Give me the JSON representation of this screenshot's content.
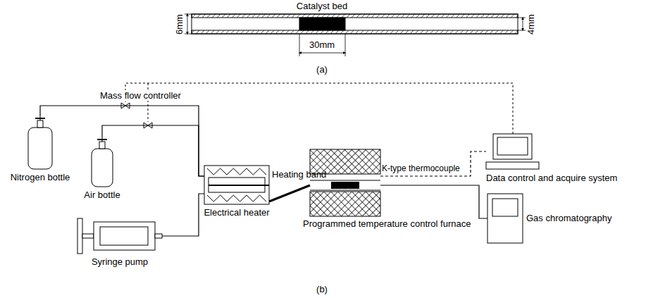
{
  "diagram": {
    "nodes": [
      {
        "text": [
          "Nitrogen bottle"
        ]
      },
      {
        "text": [
          "Air bottle"
        ]
      },
      {
        "text": [
          "Syringe pump"
        ]
      },
      {
        "text": [
          "Electrical heater"
        ]
      },
      {
        "text": [
          "Programmed temperature control furnace"
        ]
      },
      {
        "text": [
          "Data control and acquire system"
        ]
      },
      {
        "text": [
          "Gas chromatography"
        ]
      }
    ],
    "edges": [
      {
        "from": 0,
        "to": 3,
        "arrow": "none"
      },
      {
        "from": 1,
        "to": 3,
        "arrow": "none"
      },
      {
        "from": 2,
        "to": 3,
        "arrow": "none"
      },
      {
        "from": 3,
        "to": 4,
        "arrow": "none"
      },
      {
        "from": 4,
        "to": 6,
        "arrow": "none"
      },
      {
        "from": 4,
        "to": 5,
        "arrow": "none"
      }
    ],
    "labels": [
      "Catalyst bed",
      "6mm",
      "4mm",
      "30mm",
      "(a)",
      "Mass flow controller",
      "Heating band",
      "K-type thermocouple",
      "(b)"
    ]
  }
}
